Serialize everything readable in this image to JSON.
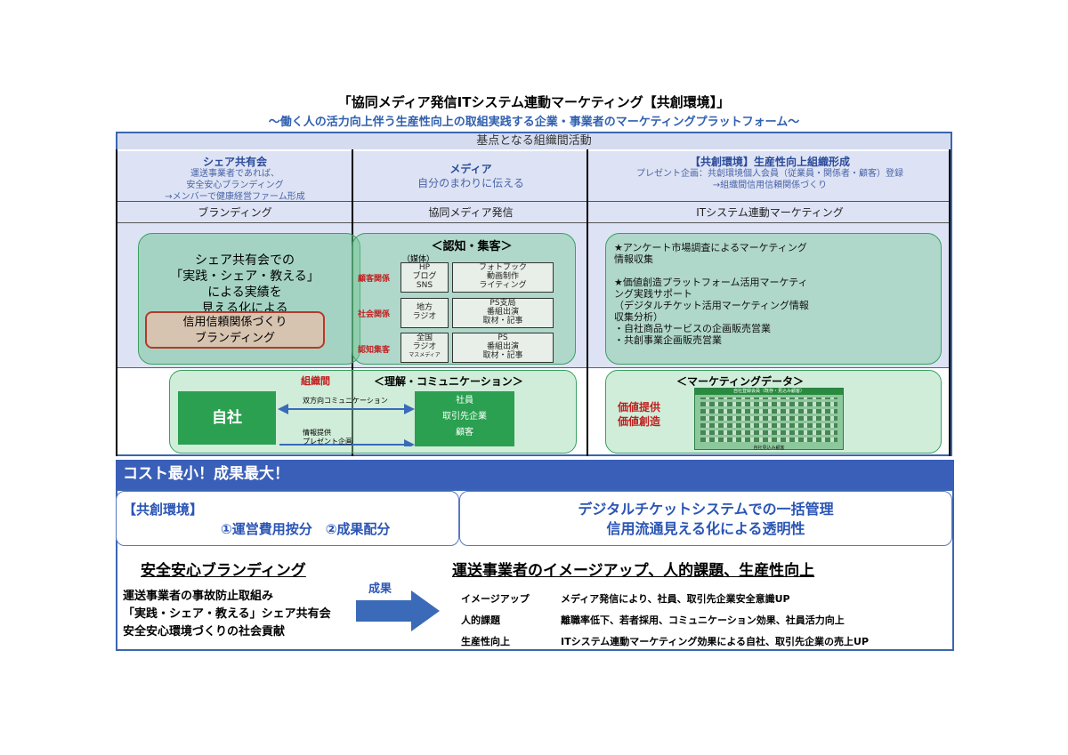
{
  "header": {
    "title": "「協同メディア発信ITシステム連動マーケティング【共創環境】」",
    "subtitle": "〜働く人の活力向上伴う生産性向上の取組実践する企業・事業者のマーケティングプラットフォーム〜"
  },
  "band": "基点となる組織間活動",
  "columns": [
    {
      "heading": "シェア共有会",
      "lines": [
        "運送事業者であれば、",
        "安全安心ブランディング",
        "→メンバーで健康経営ファーム形成"
      ],
      "label": "ブランディング"
    },
    {
      "heading": "メディア",
      "lines": [
        "自分のまわりに伝える"
      ],
      "label": "協同メディア発信"
    },
    {
      "heading": "【共創環境】生産性向上組織形成",
      "lines": [
        "プレゼント企画：共創環境個人会員（従業員・関係者・顧客）登録",
        "→組織間信用信頼関係づくり"
      ],
      "label": "ITシステム連動マーケティング"
    }
  ],
  "branding_box": {
    "lines": [
      "シェア共有会での",
      "「実践・シェア・教える」",
      "による実績を",
      "見える化による"
    ],
    "inner": [
      "信用信頼関係づくり",
      "ブランディング"
    ]
  },
  "media_box": {
    "title": "＜認知・集客＞",
    "sub": "（媒体）",
    "rows": [
      {
        "label": "顧客関係",
        "left": [
          "HP",
          "ブログ",
          "SNS"
        ],
        "right": [
          "フォトブック",
          "動画制作",
          "ライティング"
        ]
      },
      {
        "label": "社会関係",
        "left": [
          "地方",
          "ラジオ"
        ],
        "right": [
          "PS支局",
          "番組出演",
          "取材・記事"
        ]
      },
      {
        "label": "認知集客",
        "left": [
          "全国",
          "ラジオ",
          "マスメディア"
        ],
        "right": [
          "PS",
          "番組出演",
          "取材・記事"
        ]
      }
    ]
  },
  "it_box": {
    "lines": [
      "★アンケート市場調査によるマーケティング",
      "情報収集",
      "",
      "★価値創造プラットフォーム活用マーケティ",
      "ング実践サポート",
      "（デジタルチケット活用マーケティング情報",
      "収集分析）",
      "・自社商品サービスの企画販売営業",
      "・共創事業企画販売営業"
    ]
  },
  "comm_box": {
    "org_label": "組織間",
    "title": "＜理解・コミュニケーション＞",
    "self": "自社",
    "arrow_top": "双方向コミュニケーション",
    "arrow_bottom": [
      "情報提供",
      "プレゼント企画"
    ],
    "partners": [
      "社員",
      "取引先企業",
      "顧客"
    ]
  },
  "data_box": {
    "title": "＜マーケティングデータ＞",
    "labels": [
      "価値提供",
      "価値創造"
    ],
    "chart_top": "自社登録会員（既存・見込み顧客）",
    "chart_bottom": "自社見込み顧客"
  },
  "banner": "コスト最小！成果最大！",
  "kyoso": {
    "label": "【共創環境】",
    "items": "①運営費用按分　②成果配分"
  },
  "digital": [
    "デジタルチケットシステムでの一括管理",
    "信用流通見える化による透明性"
  ],
  "safety": {
    "title": "安全安心ブランディング",
    "lines": [
      "運送事業者の事故防止取組み",
      "「実践・シェア・教える」シェア共有会",
      "安全安心環境づくりの社会貢献"
    ]
  },
  "arrow_label": "成果",
  "results": {
    "title": "運送事業者のイメージアップ、人的課題、生産性向上",
    "rows": [
      {
        "key": "イメージアップ",
        "value": "メディア発信により、社員、取引先企業安全意識UP"
      },
      {
        "key": "人的課題",
        "value": "離職率低下、若者採用、コミュニケーション効果、社員活力向上"
      },
      {
        "key": "生産性向上",
        "value": "ITシステム連動マーケティング効果による自社、取引先企業の売上UP"
      }
    ]
  },
  "colors": {
    "accent_blue": "#3a5fb8",
    "green": "#2a9a50",
    "red": "#c02020"
  }
}
